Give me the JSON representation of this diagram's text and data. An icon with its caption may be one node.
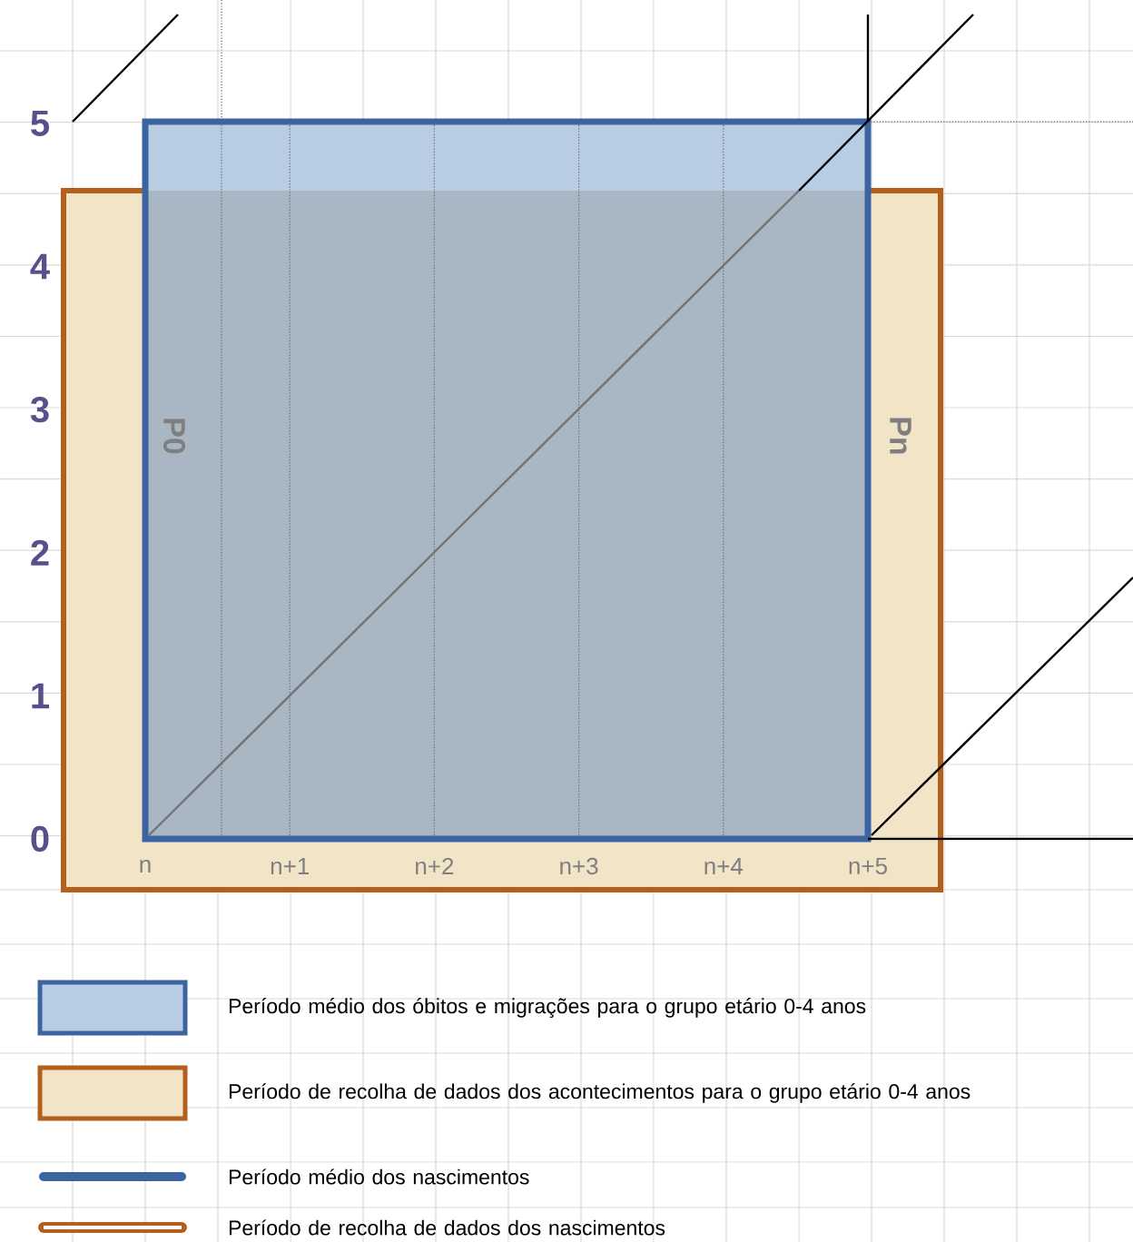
{
  "diagram": {
    "labels": [
      "5",
      "4",
      "3",
      "2",
      "1",
      "0",
      "P0",
      "Pn",
      "n",
      "n+1",
      "n+2",
      "n+3",
      "n+4",
      "n+5"
    ],
    "legend": [
      {
        "text": "Período médio dos óbitos e migrações para o grupo etário 0-4 anos",
        "color": "#b8cce4"
      },
      {
        "text": "Período de recolha de dados dos acontecimentos para o grupo etário 0-4 anos",
        "color": "#f2e4c6"
      },
      {
        "text": "Período médio dos nascimentos"
      },
      {
        "text": "Período de recolha de dados dos nascimentos"
      }
    ]
  }
}
